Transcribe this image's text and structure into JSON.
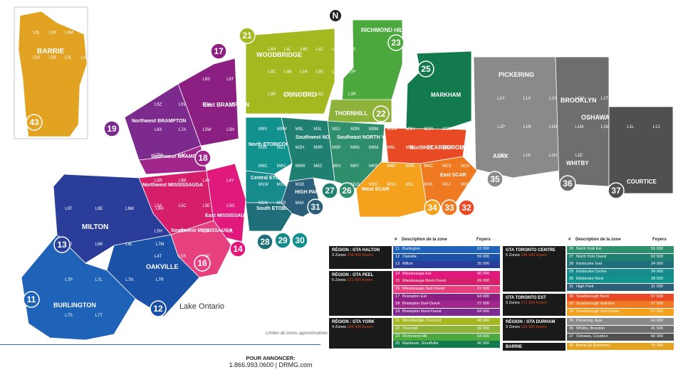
{
  "lake_label": "Lake Ontario",
  "note": "Limites de zones approximatives",
  "compass": "N",
  "contact": {
    "heading": "POUR ANNONCER:",
    "line": "1.866.993.0600 | DRMG.com"
  },
  "table_headers": {
    "num": "#",
    "desc": "Description de la zone",
    "homes": "Foyers"
  },
  "regions_left": [
    {
      "title": "RÉGION : GTA HALTON",
      "sub_zones": "3 Zones",
      "sub_homes": "156 000 foyers",
      "rows": [
        {
          "num": "11",
          "desc": "Burlington",
          "homes": "62 000",
          "color": "#1e63b8"
        },
        {
          "num": "12",
          "desc": "Oakville",
          "homes": "59 000",
          "color": "#1b52a7"
        },
        {
          "num": "13",
          "desc": "Milton",
          "homes": "35 000",
          "color": "#2a3d99"
        }
      ]
    },
    {
      "title": "RÉGION : GTA PEEL",
      "sub_zones": "6 Zones",
      "sub_homes": "321 500 foyers",
      "rows": [
        {
          "num": "14",
          "desc": "Mississauga Est",
          "homes": "60 000",
          "color": "#e2197d"
        },
        {
          "num": "15",
          "desc": "Mississauga Nord-Ouest",
          "homes": "69 000",
          "color": "#d61f6a"
        },
        {
          "num": "16",
          "desc": "Mississauga Sud-Ouest",
          "homes": "37 000",
          "color": "#e6407f"
        },
        {
          "num": "17",
          "desc": "Brampton Est",
          "homes": "64 000",
          "color": "#8b1f82"
        },
        {
          "num": "18",
          "desc": "Brampton Sud-Ouest",
          "homes": "27 500",
          "color": "#a0268c"
        },
        {
          "num": "19",
          "desc": "Brampton Nord-Ouest",
          "homes": "64 000",
          "color": "#7d2a8f"
        }
      ]
    },
    {
      "title": "RÉGION : GTA YORK",
      "sub_zones": "4 Zones",
      "sub_homes": "184 000 foyers",
      "rows": [
        {
          "num": "21",
          "desc": "Woodbridge, Concord",
          "homes": "48 000",
          "color": "#a6b81f"
        },
        {
          "num": "22",
          "desc": "Thornhill",
          "homes": "32 000",
          "color": "#8fb33a"
        },
        {
          "num": "23",
          "desc": "Richmond Hill",
          "homes": "54 000",
          "color": "#4aa83c"
        },
        {
          "num": "25",
          "desc": "Markham, Stouffville",
          "homes": "60 000",
          "color": "#137a4e"
        }
      ]
    }
  ],
  "regions_right": [
    {
      "title": "GTA TORONTO CENTRE",
      "sub_zones": "6 Zones",
      "sub_homes": "246 000 foyers",
      "rows": [
        {
          "num": "26",
          "desc": "North York Est",
          "homes": "55 000",
          "color": "#2f8f6d"
        },
        {
          "num": "27",
          "desc": "North York Ouest",
          "homes": "62 500",
          "color": "#1f7f70"
        },
        {
          "num": "28",
          "desc": "Etobicoke Sud",
          "homes": "34 000",
          "color": "#1e6f79"
        },
        {
          "num": "29",
          "desc": "Etobicoke Centre",
          "homes": "34 000",
          "color": "#178a8e"
        },
        {
          "num": "30",
          "desc": "Etobicoke Nord",
          "homes": "28 500",
          "color": "#12928f"
        },
        {
          "num": "31",
          "desc": "High Park",
          "homes": "31 500",
          "color": "#2c5f79"
        }
      ]
    },
    {
      "title": "GTA TORONTO EST",
      "sub_zones": "3 Zones",
      "sub_homes": "172 500 foyers",
      "rows": [
        {
          "num": "32",
          "desc": "Scarborough Nord",
          "homes": "57 500",
          "color": "#e84a26"
        },
        {
          "num": "33",
          "desc": "Scarborough Sud-Est",
          "homes": "57 500",
          "color": "#f07a21"
        },
        {
          "num": "34",
          "desc": "Scarborough Sud-Ouest",
          "homes": "57 500",
          "color": "#f4a11d"
        }
      ]
    },
    {
      "title": "RÉGION : GTA DURHAM",
      "sub_zones": "3 Zones",
      "sub_homes": "165 500 foyers",
      "rows": [
        {
          "num": "35",
          "desc": "Pickering, Ajax",
          "homes": "64 000",
          "color": "#8a8a8a"
        },
        {
          "num": "36",
          "desc": "Whitby, Brooklin",
          "homes": "41 500",
          "color": "#6e6e6e"
        },
        {
          "num": "37",
          "desc": "Oshawa, Courtice",
          "homes": "60 000",
          "color": "#505050"
        }
      ]
    },
    {
      "title": "BARRIE",
      "sub_zones": "",
      "sub_homes": "",
      "rows": [
        {
          "num": "43",
          "desc": "Barrie (& Environs)",
          "homes": "70 000",
          "color": "#e3a322"
        }
      ]
    }
  ],
  "zones": [
    {
      "name": "BARRIE",
      "badge": "43",
      "color": "#e3a322"
    },
    {
      "name": "RICHMOND HILL",
      "badge": "23",
      "color": "#4aa83c"
    },
    {
      "name": "STOUFFVILLE",
      "badge": "",
      "color": "#137a4e"
    },
    {
      "name": "WOODBRIDGE",
      "badge": "21",
      "color": "#a6b81f"
    },
    {
      "name": "CONCORD",
      "badge": "",
      "color": "#a6b81f"
    },
    {
      "name": "THORNHILL",
      "badge": "22",
      "color": "#8fb33a"
    },
    {
      "name": "MARKHAM",
      "badge": "25",
      "color": "#137a4e"
    },
    {
      "name": "PICKERING",
      "badge": "",
      "color": "#8a8a8a"
    },
    {
      "name": "BROOKLYN",
      "badge": "",
      "color": "#6e6e6e"
    },
    {
      "name": "OSHAWA",
      "badge": "",
      "color": "#505050"
    },
    {
      "name": "AJAX",
      "badge": "35",
      "color": "#8a8a8a"
    },
    {
      "name": "WHITBY",
      "badge": "36",
      "color": "#6e6e6e"
    },
    {
      "name": "COURTICE",
      "badge": "37",
      "color": "#505050"
    },
    {
      "name": "East BRAMPTON",
      "badge": "17",
      "color": "#8b1f82"
    },
    {
      "name": "Northwest BRAMPTON",
      "badge": "19",
      "color": "#7d2a8f"
    },
    {
      "name": "Southwest BRAMPTON",
      "badge": "18",
      "color": "#a0268c"
    },
    {
      "name": "Northwest MISSISSAUGA",
      "badge": "",
      "color": "#d61f6a"
    },
    {
      "name": "East MISSISSAUGA",
      "badge": "14",
      "color": "#e2197d"
    },
    {
      "name": "Southwest MISSISSAUGA",
      "badge": "16",
      "color": "#e6407f"
    },
    {
      "name": "MILTON",
      "badge": "13",
      "color": "#2a3d99"
    },
    {
      "name": "OAKVILLE",
      "badge": "12",
      "color": "#1b52a7"
    },
    {
      "name": "BURLINGTON",
      "badge": "11",
      "color": "#1e63b8"
    },
    {
      "name": "North ETOBICOKE",
      "badge": "30",
      "color": "#12928f"
    },
    {
      "name": "Central ETOBICOKE",
      "badge": "29",
      "color": "#178a8e"
    },
    {
      "name": "South ETOBICOKE",
      "badge": "28",
      "color": "#1e6f79"
    },
    {
      "name": "HIGH PARK",
      "badge": "31",
      "color": "#2c5f79"
    },
    {
      "name": "Southwest NORTH YORK",
      "badge": "27",
      "color": "#1f7f70"
    },
    {
      "name": "Southeast NORTH YORK",
      "badge": "26",
      "color": "#2f8f6d"
    },
    {
      "name": "North SCARBOROUGH",
      "badge": "32",
      "color": "#e84a26"
    },
    {
      "name": "West SCAR",
      "badge": "34",
      "color": "#f4a11d"
    },
    {
      "name": "East SCAR",
      "badge": "33",
      "color": "#f07a21"
    }
  ],
  "fsa_codes": {
    "barrie": [
      "L0L",
      "L9X",
      "L4M",
      "L4N",
      "L9J",
      "L9S",
      "L0L",
      "L4N"
    ],
    "york": [
      "L4H",
      "L4L",
      "L4K",
      "L4J",
      "L4E",
      "L4S",
      "L4C",
      "L4B",
      "L4A",
      "L6E",
      "L6B",
      "L3P",
      "L3R",
      "L3S",
      "L3T",
      "L6C",
      "L6G",
      "L3R"
    ],
    "durham": [
      "L1Y",
      "L1X",
      "L1V",
      "L1W",
      "L1T",
      "L1S",
      "L1Z",
      "L1P",
      "L1R",
      "L1N",
      "L1M",
      "L1M",
      "L1L",
      "L1J",
      "L1G",
      "L1K",
      "L1H",
      "L1E"
    ],
    "peel": [
      "L6P",
      "L6R",
      "L6S",
      "L6T",
      "L6Z",
      "L6V",
      "L6W",
      "L6Y",
      "L6X",
      "L7A",
      "L5W",
      "L5N",
      "L5V",
      "L4Z",
      "L4W",
      "L5M",
      "L5R",
      "L5B",
      "L4X",
      "L4Y",
      "L5A",
      "L5C",
      "L5E",
      "L5G",
      "L5H",
      "L5J",
      "L5K",
      "L5L",
      "L4T",
      "L5S",
      "L5P"
    ],
    "halton": [
      "L9T",
      "L9E",
      "L6M",
      "L6H",
      "L6J",
      "L6K",
      "L6L",
      "L7M",
      "L7P",
      "L7L",
      "L7N",
      "L7R",
      "L7S",
      "L7T"
    ],
    "toronto": [
      "M9V",
      "M9W",
      "M9L",
      "M3L",
      "M3J",
      "M3N",
      "M9M",
      "M3M",
      "M3H",
      "M2R",
      "M2M",
      "M2N",
      "M3K",
      "M2J",
      "M2H",
      "M9R",
      "M9P",
      "M9N",
      "M6M",
      "M6L",
      "M3C",
      "M3B",
      "M9A",
      "M9B",
      "M9C",
      "M8V",
      "M8W",
      "M8Z",
      "M8X",
      "M8Y",
      "M6S",
      "M6P",
      "M4B",
      "M4C",
      "M1S",
      "M1V",
      "M1W",
      "M1X",
      "M1B",
      "M1T",
      "M1P",
      "M1G",
      "M1E",
      "M1H",
      "M1L",
      "M1K",
      "M1J",
      "M1M",
      "M1N",
      "M1R",
      "M4A"
    ]
  }
}
